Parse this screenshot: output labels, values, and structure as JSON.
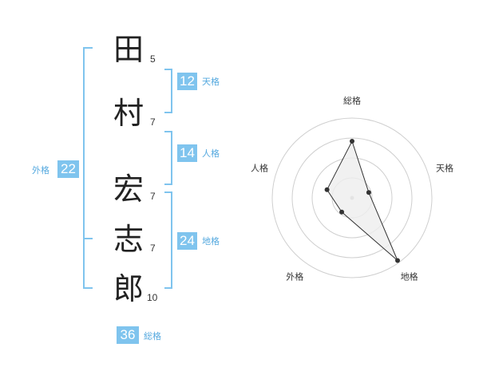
{
  "name": {
    "characters": [
      {
        "char": "田",
        "strokes": "5"
      },
      {
        "char": "村",
        "strokes": "7"
      },
      {
        "char": "宏",
        "strokes": "7"
      },
      {
        "char": "志",
        "strokes": "7"
      },
      {
        "char": "郎",
        "strokes": "10"
      }
    ]
  },
  "fortunes": {
    "tenkaku": {
      "value": "12",
      "label": "天格"
    },
    "jinkaku": {
      "value": "14",
      "label": "人格"
    },
    "chikaku": {
      "value": "24",
      "label": "地格"
    },
    "gaikaku": {
      "value": "22",
      "label": "外格"
    },
    "soukaku": {
      "value": "36",
      "label": "総格"
    }
  },
  "chart_data": {
    "type": "radar",
    "axes": [
      "総格",
      "天格",
      "地格",
      "外格",
      "人格"
    ],
    "values": [
      0.71,
      0.22,
      0.97,
      0.22,
      0.33
    ],
    "rings": 4,
    "colors": {
      "polygon_fill": "#ededed",
      "polygon_stroke": "#333333",
      "ring": "#cfcfcf"
    }
  },
  "colors": {
    "accent": "#7fc4ee",
    "accent_text": "#55a9df"
  }
}
